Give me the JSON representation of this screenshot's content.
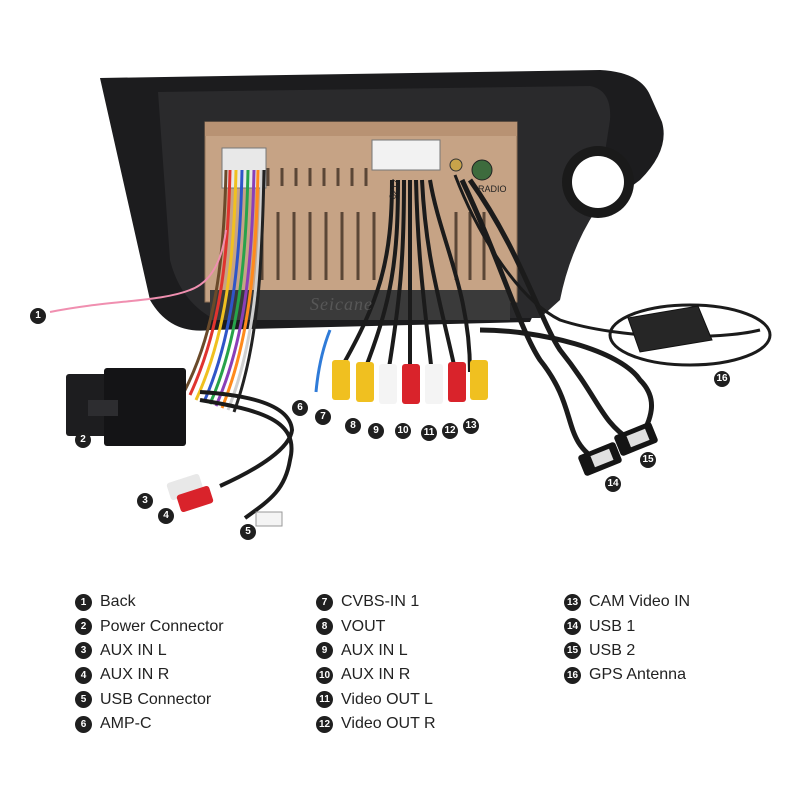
{
  "brand_watermark": "Seicane",
  "harness_marks": {
    "radio": "RADIO",
    "code": "8217"
  },
  "callouts": [
    "1",
    "2",
    "3",
    "4",
    "5",
    "6",
    "7",
    "8",
    "9",
    "10",
    "11",
    "12",
    "13",
    "14",
    "15",
    "16"
  ],
  "legend": {
    "col1": [
      {
        "num": "1",
        "label": "Back"
      },
      {
        "num": "2",
        "label": "Power Connector"
      },
      {
        "num": "3",
        "label": "AUX IN L"
      },
      {
        "num": "4",
        "label": "AUX IN R"
      },
      {
        "num": "5",
        "label": "USB Connector"
      },
      {
        "num": "6",
        "label": "AMP-C"
      }
    ],
    "col2": [
      {
        "num": "7",
        "label": "CVBS-IN 1"
      },
      {
        "num": "8",
        "label": "VOUT"
      },
      {
        "num": "9",
        "label": "AUX IN L"
      },
      {
        "num": "10",
        "label": "AUX IN R"
      },
      {
        "num": "11",
        "label": "Video OUT L"
      },
      {
        "num": "12",
        "label": "Video OUT R"
      }
    ],
    "col3": [
      {
        "num": "13",
        "label": "CAM Video IN"
      },
      {
        "num": "14",
        "label": "USB 1"
      },
      {
        "num": "15",
        "label": "USB 2"
      },
      {
        "num": "16",
        "label": "GPS Antenna"
      }
    ]
  }
}
